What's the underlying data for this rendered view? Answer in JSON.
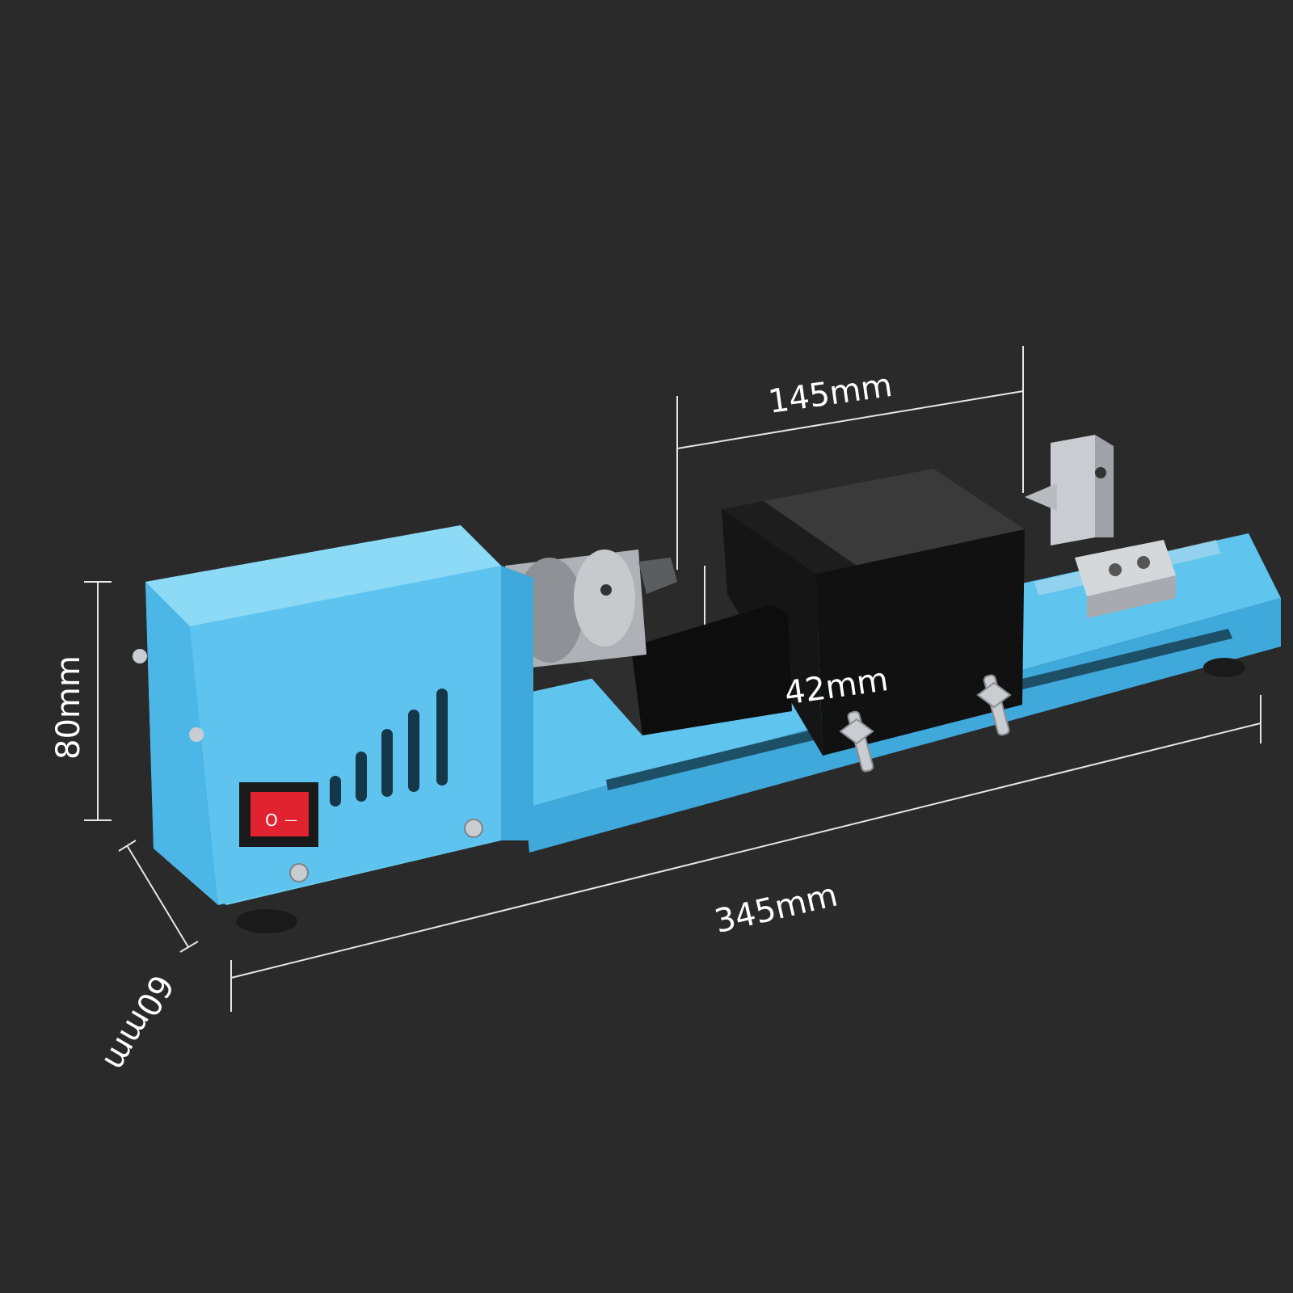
{
  "colors": {
    "background": "#2a2a2a",
    "body_blue": "#6ccdf2",
    "body_blue_dark": "#3fa9dc",
    "guard_black": "#111111",
    "switch_red": "#e0232f",
    "metal": "#c9ccd0",
    "dimension_line": "#e6e6e6"
  },
  "dimensions": {
    "width_label": "145mm",
    "height_label": "80mm",
    "depth_label": "60mm",
    "length_label": "345mm",
    "center_height_label": "42mm"
  },
  "switch": {
    "off_symbol": "O",
    "on_symbol": "—"
  },
  "icons": [
    "chuck-icon",
    "tailstock-icon",
    "wing-nut-icon",
    "screw-icon",
    "power-switch-icon",
    "vent-slots-icon"
  ]
}
